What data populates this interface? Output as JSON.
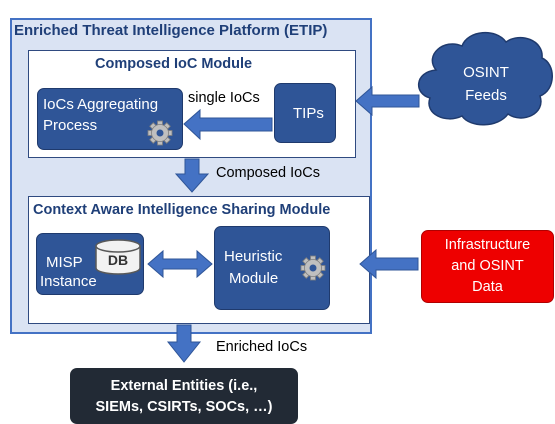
{
  "platform": {
    "title": "Enriched Threat Intelligence Platform (ETIP)"
  },
  "composed_module": {
    "title": "Composed IoC Module",
    "aggregator_line1": "IoCs Aggregating",
    "aggregator_line2": "Process",
    "tips": "TIPs",
    "single_iocs": "single IoCs"
  },
  "osint": {
    "line1": "OSINT",
    "line2": "Feeds"
  },
  "flows": {
    "composed_iocs": "Composed IoCs",
    "enriched_iocs": "Enriched IoCs"
  },
  "sharing_module": {
    "title": "Context Aware Intelligence Sharing Module",
    "misp_line1": "MISP",
    "misp_line2": "Instance",
    "db": "DB",
    "heuristic_line1": "Heuristic",
    "heuristic_line2": "Module"
  },
  "infrastructure": {
    "line1": "Infrastructure",
    "line2": "and OSINT",
    "line3": "Data"
  },
  "external": {
    "line1": "External Entities (i.e.,",
    "line2": "SIEMs, CSIRTs, SOCs, …)"
  },
  "colors": {
    "block_blue": "#2f5597",
    "arrow_blue": "#4472c4",
    "container_fill": "#dae3f3",
    "title_blue": "#1f3f78",
    "alert_red": "#ee0000",
    "dark_box": "#222a35"
  }
}
